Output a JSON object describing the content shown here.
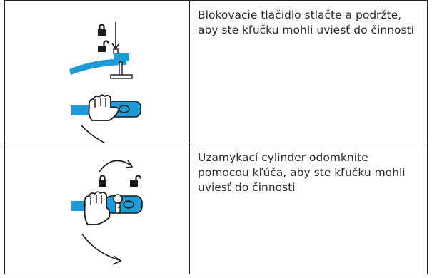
{
  "steps": [
    {
      "text": "Blokovacie tlačidlo stlačte a podržte, aby ste kľučku mohli uviesť do činnosti",
      "illustration": "window-handle-lock-button-press"
    },
    {
      "text": "Uzamykací cylinder odomknite pomocou kľúča, aby ste kľučku mohli uviesť do činnosti",
      "illustration": "window-handle-key-cylinder-unlock"
    }
  ],
  "colors": {
    "handle": "#1e9bd7",
    "line": "#1a1a1a",
    "border": "#222222"
  },
  "icons": [
    "lock-closed-icon",
    "lock-open-icon",
    "arrow-down-icon",
    "hand-icon",
    "key-icon",
    "curved-arrow-icon"
  ]
}
